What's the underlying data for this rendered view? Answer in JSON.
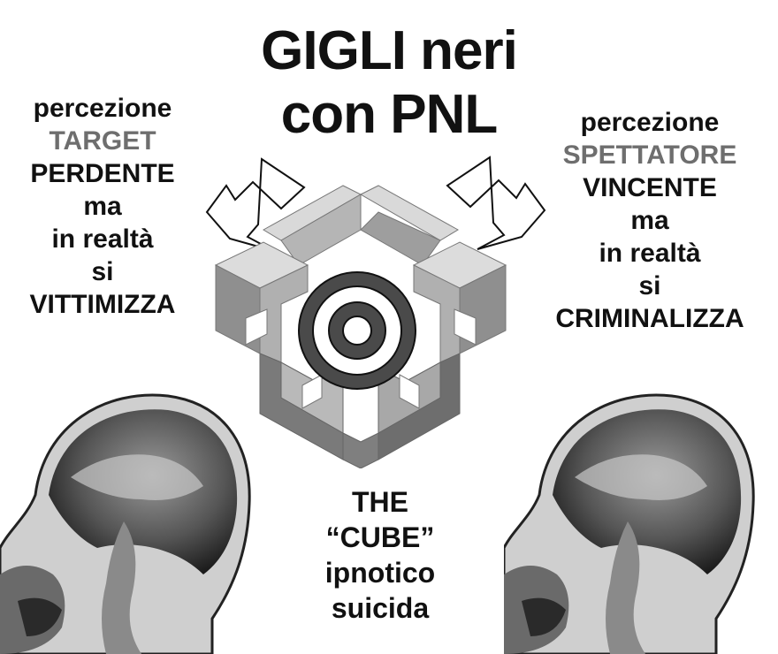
{
  "title": {
    "line1": "GIGLI neri",
    "line2": "con PNL"
  },
  "left_text": {
    "l1": "percezione",
    "l2": "TARGET",
    "l3": "PERDENTE",
    "l4": "ma",
    "l5": "in realtà",
    "l6": "si",
    "l7": "VITTIMIZZA"
  },
  "right_text": {
    "l1": "percezione",
    "l2": "SPETTATORE",
    "l3": "VINCENTE",
    "l4": "ma",
    "l5": "in realtà",
    "l6": "si",
    "l7": "CRIMINALIZZA"
  },
  "bottom_text": {
    "l1": "THE",
    "l2": "“CUBE”",
    "l3": "ipnotico",
    "l4": "suicida"
  },
  "colors": {
    "highlight_gray": "#6e6e6e",
    "cube_light": "#d9d9d9",
    "cube_mid": "#a8a8a8",
    "cube_dark": "#7a7a7a",
    "target_dark": "#4a4a4a"
  }
}
